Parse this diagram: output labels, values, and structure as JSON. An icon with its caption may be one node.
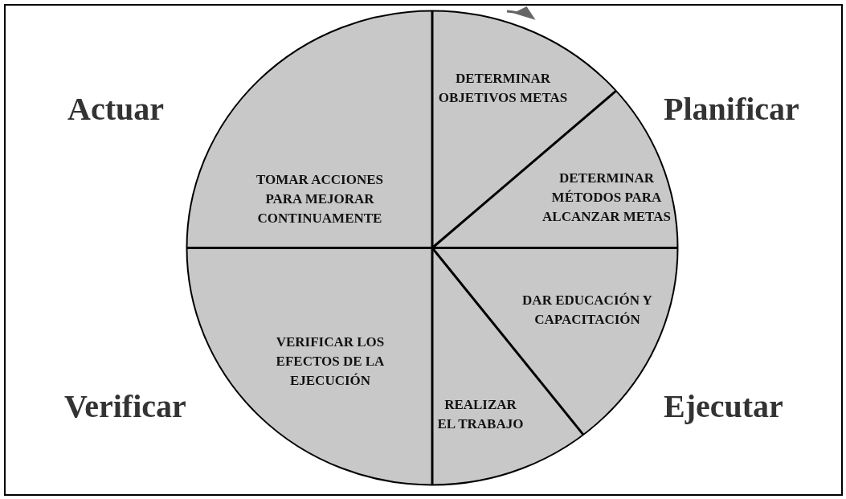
{
  "diagram": {
    "nodes": [
      {
        "text": [],
        "shape": "circle"
      },
      {
        "text": [
          "TOMAR ACCIONES PARA MEJORAR CONTINUAMENTE"
        ],
        "in": 0
      },
      {
        "text": [
          "DETERMINAR OBJETIVOS METAS"
        ],
        "in": 0
      },
      {
        "text": [
          "DETERMINAR MÉTODOS PARA ALCANZAR METAS"
        ],
        "in": 0
      },
      {
        "text": [
          "DAR EDUCACIÓN Y CAPACITACIÓN"
        ],
        "in": 0
      },
      {
        "text": [
          "VERIFICAR LOS EFECTOS DE LA EJECUCIÓN"
        ],
        "in": 0
      },
      {
        "text": [
          "REALIZAR EL TRABAJO"
        ],
        "in": 0
      }
    ],
    "edges": [],
    "labels": [
      "Actuar",
      "Planificar",
      "Verificar",
      "Ejecutar"
    ]
  }
}
